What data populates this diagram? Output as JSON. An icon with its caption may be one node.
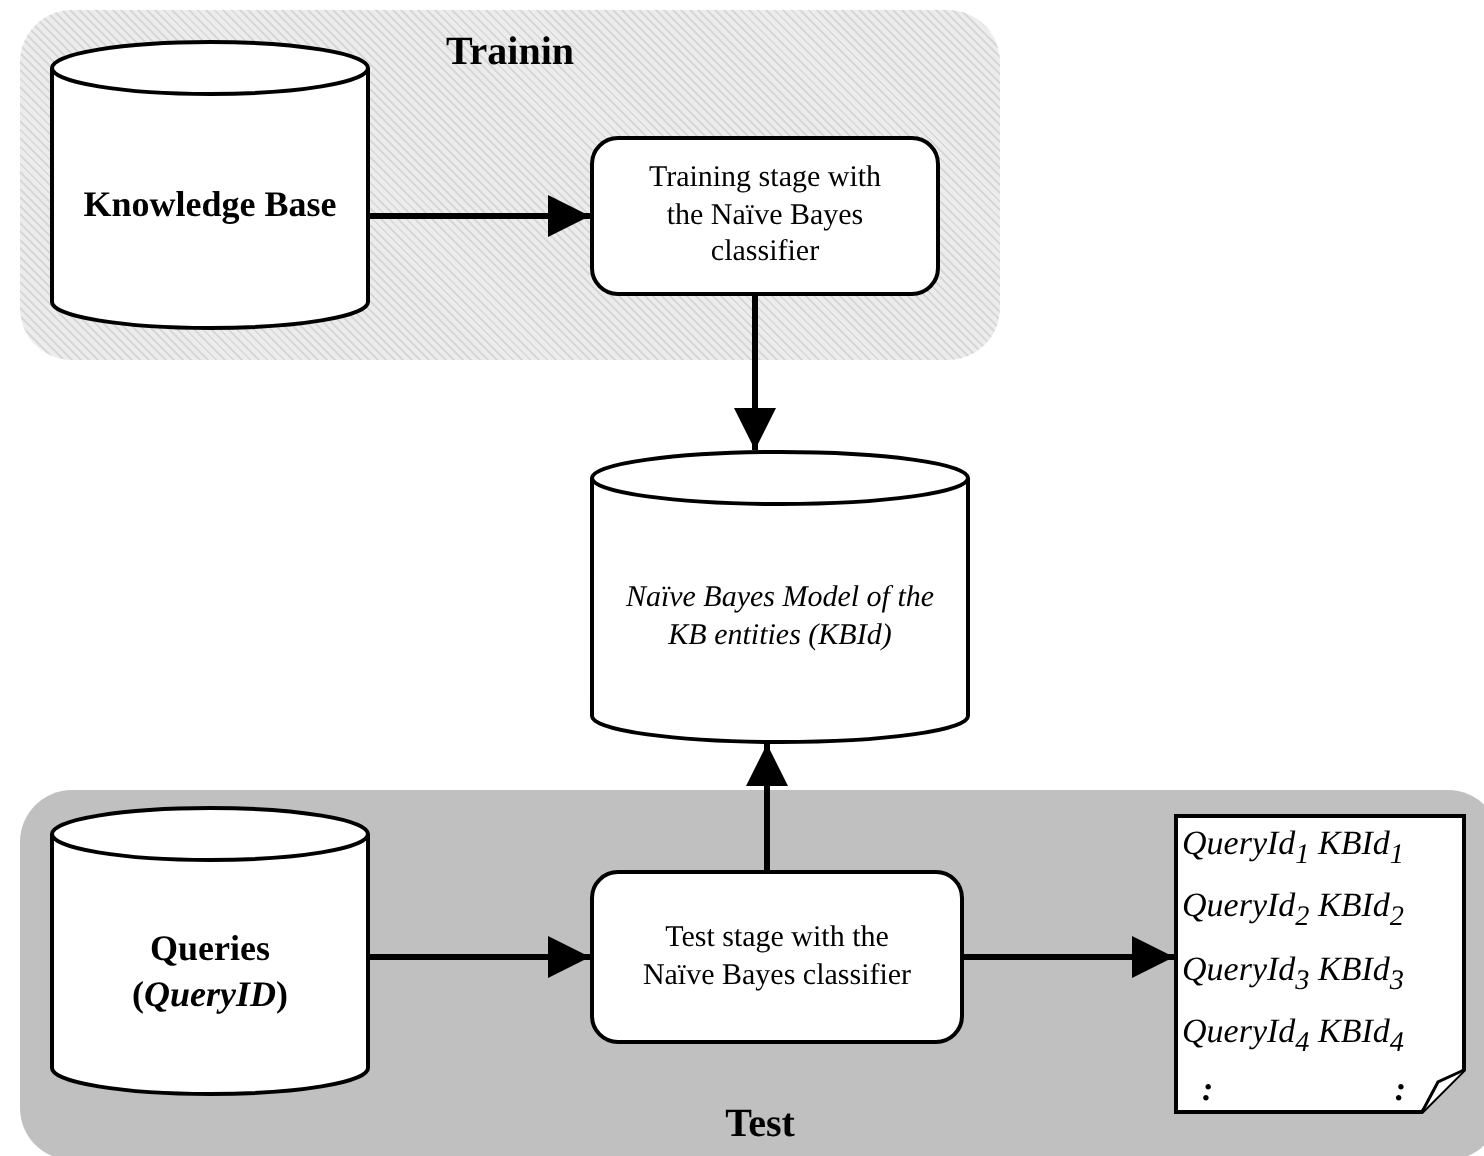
{
  "diagram": {
    "nodes": [
      {
        "text": [
          "Trainin"
        ]
      },
      {
        "text": [
          "Knowledge Base"
        ],
        "in": 0
      },
      {
        "text": [
          "Training stage with the Naïve Bayes classifier"
        ],
        "in": 0
      },
      {
        "text": [
          "Naïve Bayes Model of the KB entities (KBId)"
        ]
      },
      {
        "text": [
          "Test"
        ]
      },
      {
        "text": [
          "Queries (*QueryID*)"
        ],
        "in": 4
      },
      {
        "text": [
          "Test stage with the Naïve Bayes classifier"
        ],
        "in": 4
      },
      {
        "text": [
          "QueryId$_{1}$ KBId$_{1}$",
          "QueryId$_{2}$ KBId$_{2}$",
          "QueryId$_{3}$ KBId$_{3}$",
          "QueryId$_{4}$ KBId$_{4}$",
          ":",
          ":"
        ],
        "in": 4
      }
    ],
    "edges": [
      {
        "from": 1,
        "to": 2,
        "arrow": "to"
      },
      {
        "from": 2,
        "to": 3,
        "arrow": "to"
      },
      {
        "from": 6,
        "to": 3,
        "arrow": "to"
      },
      {
        "from": 5,
        "to": 6,
        "arrow": "to"
      },
      {
        "from": 6,
        "to": 7,
        "arrow": "to"
      }
    ]
  }
}
